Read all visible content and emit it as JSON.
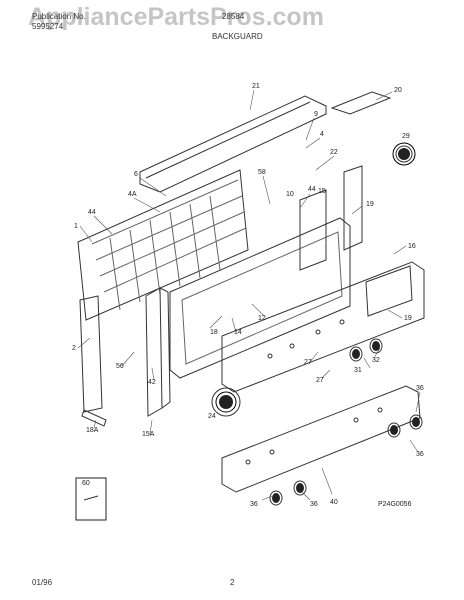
{
  "header": {
    "publication_label": "Publication No.",
    "publication_number": "5995274",
    "model": "28584",
    "section": "BACKGUARD"
  },
  "watermark": "AppliancePartsPros.com",
  "callouts": [
    "21",
    "20",
    "9",
    "4",
    "29",
    "22",
    "6",
    "4A",
    "58",
    "44",
    "15",
    "10",
    "19",
    "1",
    "44",
    "16",
    "19",
    "2",
    "56",
    "18",
    "12",
    "14",
    "42",
    "27",
    "31",
    "32",
    "27",
    "18A",
    "15A",
    "24",
    "36",
    "36",
    "60",
    "36",
    "40",
    "36",
    "P24G0056"
  ],
  "footer": {
    "date": "01/96",
    "page": "2"
  }
}
